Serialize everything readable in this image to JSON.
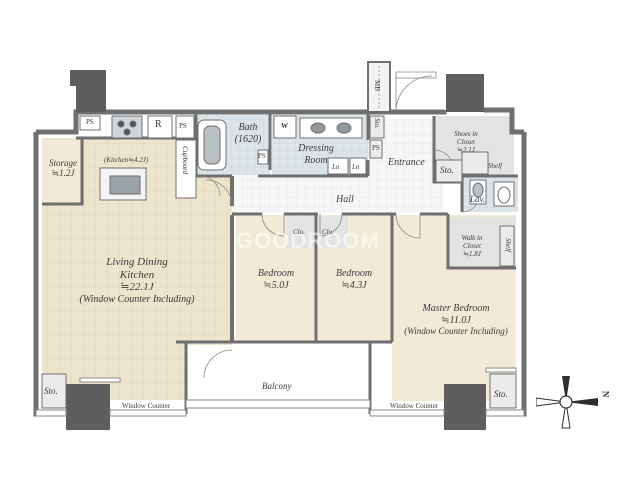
{
  "rooms": {
    "storage": {
      "name": "Storage",
      "size": "≒1.2J"
    },
    "kitchen": {
      "label": "(Kitchen≒4.2J)"
    },
    "ldk": {
      "line1": "Living Dining",
      "line2": "Kitchen",
      "size": "≒22.1J",
      "note": "(Window Counter Including)"
    },
    "bath": {
      "name": "Bath",
      "size": "(1620)"
    },
    "dressing": {
      "line1": "Dressing",
      "line2": "Room"
    },
    "entrance": "Entrance",
    "hall": "Hall",
    "bedroom1": {
      "name": "Bedroom",
      "size": "≒5.0J"
    },
    "bedroom2": {
      "name": "Bedroom",
      "size": "≒4.3J"
    },
    "master": {
      "name": "Master Bedroom",
      "size": "≒11.0J",
      "note": "(Window Counter Including)"
    },
    "shoes": {
      "line1": "Shoes in",
      "line2": "Closet",
      "size": "≒2.1J"
    },
    "walkin": {
      "line1": "Walk in",
      "line2": "Closet",
      "size": "≒1.8J"
    },
    "balcony": "Balcony"
  },
  "fixtures": {
    "cupboard": "Cupboard",
    "sto": "Sto.",
    "shelf": "Shelf",
    "lav": "Lav.",
    "clo": "Clo.",
    "ps": "PS",
    "mb": "MB",
    "refrigerator": "R",
    "washer": "W",
    "ln": "Ln",
    "window_counter": "Window Counter"
  },
  "compass": {
    "north": "N"
  },
  "watermark": "GOODROOM",
  "colors": {
    "wall": "#6f6f6f",
    "ldk_floor": "#ede4cc",
    "room_floor": "#f1ead6",
    "wet_floor": "#dbe3e7",
    "hall_floor": "#f6f6f6"
  }
}
